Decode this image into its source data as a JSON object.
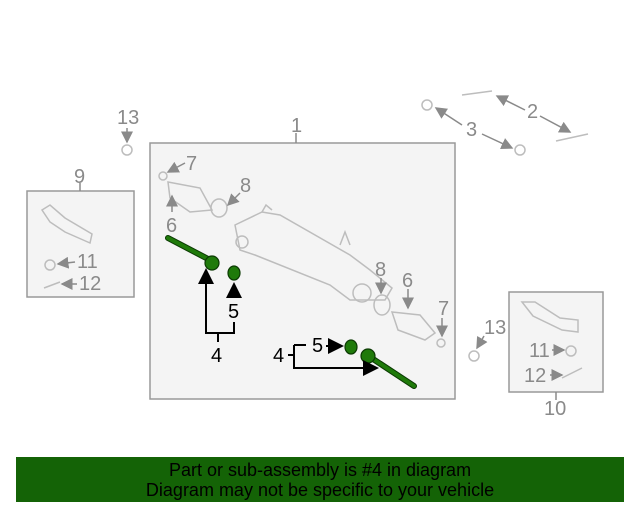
{
  "callouts": {
    "c1": "1",
    "c2": "2",
    "c3": "3",
    "c13a": "13",
    "c13b": "13",
    "c9": "9",
    "c10": "10",
    "c7a": "7",
    "c7b": "7",
    "c8a": "8",
    "c8b": "8",
    "c6a": "6",
    "c6b": "6",
    "c5a": "5",
    "c5b": "5",
    "c4a": "4",
    "c4b": "4",
    "c11a": "11",
    "c11b": "11",
    "c12a": "12",
    "c12b": "12"
  },
  "banner": {
    "line1": "Part or sub-assembly is #4 in diagram",
    "line2": "Diagram may not be specific to your vehicle"
  },
  "colors": {
    "highlight": "#1f7a0a",
    "banner": "#146306"
  }
}
